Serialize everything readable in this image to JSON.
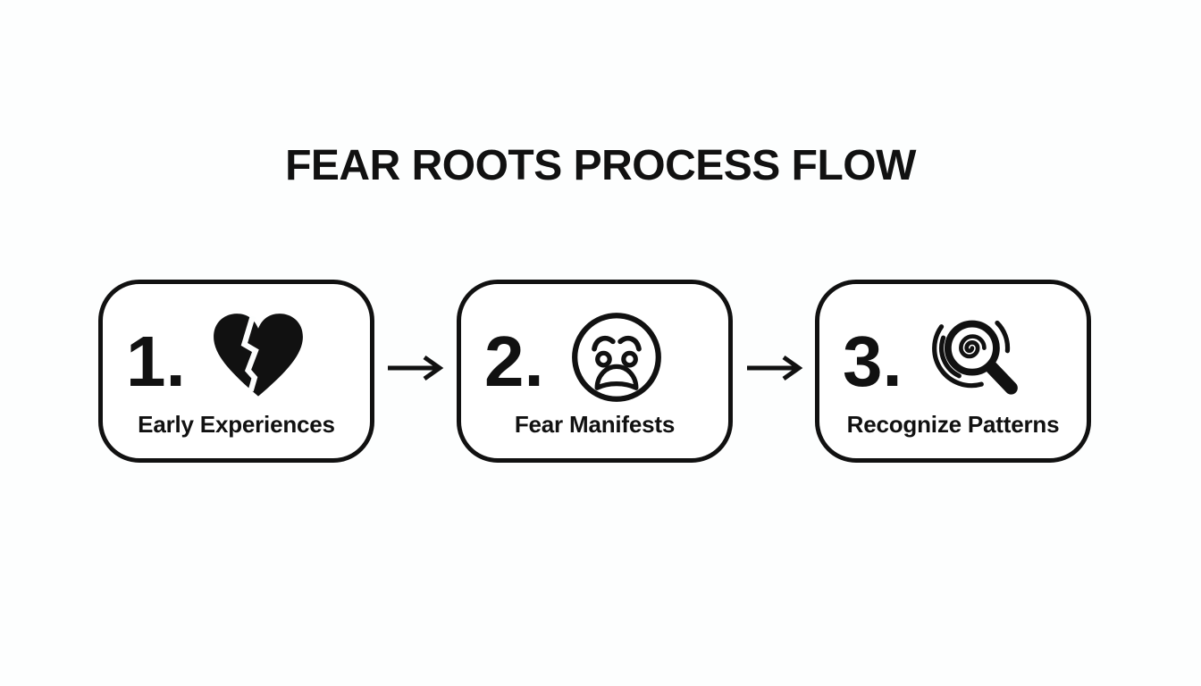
{
  "title": "FEAR ROOTS PROCESS FLOW",
  "steps": [
    {
      "number": "1.",
      "icon": "broken-heart",
      "label": "Early Experiences"
    },
    {
      "number": "2.",
      "icon": "worried-face",
      "label": "Fear Manifests"
    },
    {
      "number": "3.",
      "icon": "magnifying-glass-spiral",
      "label": "Recognize Patterns"
    }
  ],
  "connectors": [
    {
      "type": "arrow-right"
    },
    {
      "type": "arrow-right"
    }
  ],
  "colors": {
    "background": "#fdfefe",
    "ink": "#111111",
    "box_fill": "#ffffff"
  }
}
